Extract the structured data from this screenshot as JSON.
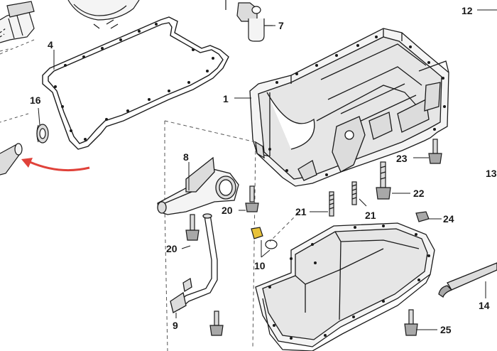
{
  "diagram": {
    "colors": {
      "line": "#1a1a1a",
      "fill_light": "#f4f4f4",
      "fill_mid": "#dcdcdc",
      "fill_dark": "#a8a8a8",
      "arrow": "#e0423a",
      "plug": "#e8c23a",
      "dashed": "#555555"
    },
    "callouts": [
      {
        "id": "c12",
        "text": "12"
      },
      {
        "id": "c7",
        "text": "7"
      },
      {
        "id": "c4",
        "text": "4"
      },
      {
        "id": "c1",
        "text": "1"
      },
      {
        "id": "c16",
        "text": "16"
      },
      {
        "id": "c8",
        "text": "8"
      },
      {
        "id": "c23",
        "text": "23"
      },
      {
        "id": "c13",
        "text": "13"
      },
      {
        "id": "c22",
        "text": "22"
      },
      {
        "id": "c20a",
        "text": "20"
      },
      {
        "id": "c21a",
        "text": "21"
      },
      {
        "id": "c21b",
        "text": "21"
      },
      {
        "id": "c24",
        "text": "24"
      },
      {
        "id": "c20b",
        "text": "20"
      },
      {
        "id": "c10",
        "text": "10"
      },
      {
        "id": "c14",
        "text": "14"
      },
      {
        "id": "c9",
        "text": "9"
      },
      {
        "id": "c25",
        "text": "25"
      }
    ]
  }
}
